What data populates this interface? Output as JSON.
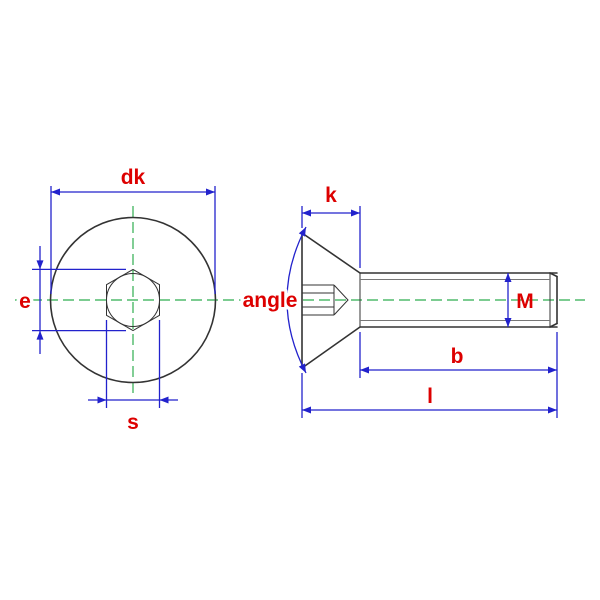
{
  "labels": {
    "dk": "dk",
    "e": "e",
    "s": "s",
    "k": "k",
    "angle": "angle",
    "M": "M",
    "b": "b",
    "l": "l"
  },
  "colors": {
    "dimension": "#2222cc",
    "label": "#dd0000",
    "outline": "#333333",
    "centerline": "#2fae4f",
    "thin": "#777777",
    "background": "#ffffff"
  }
}
